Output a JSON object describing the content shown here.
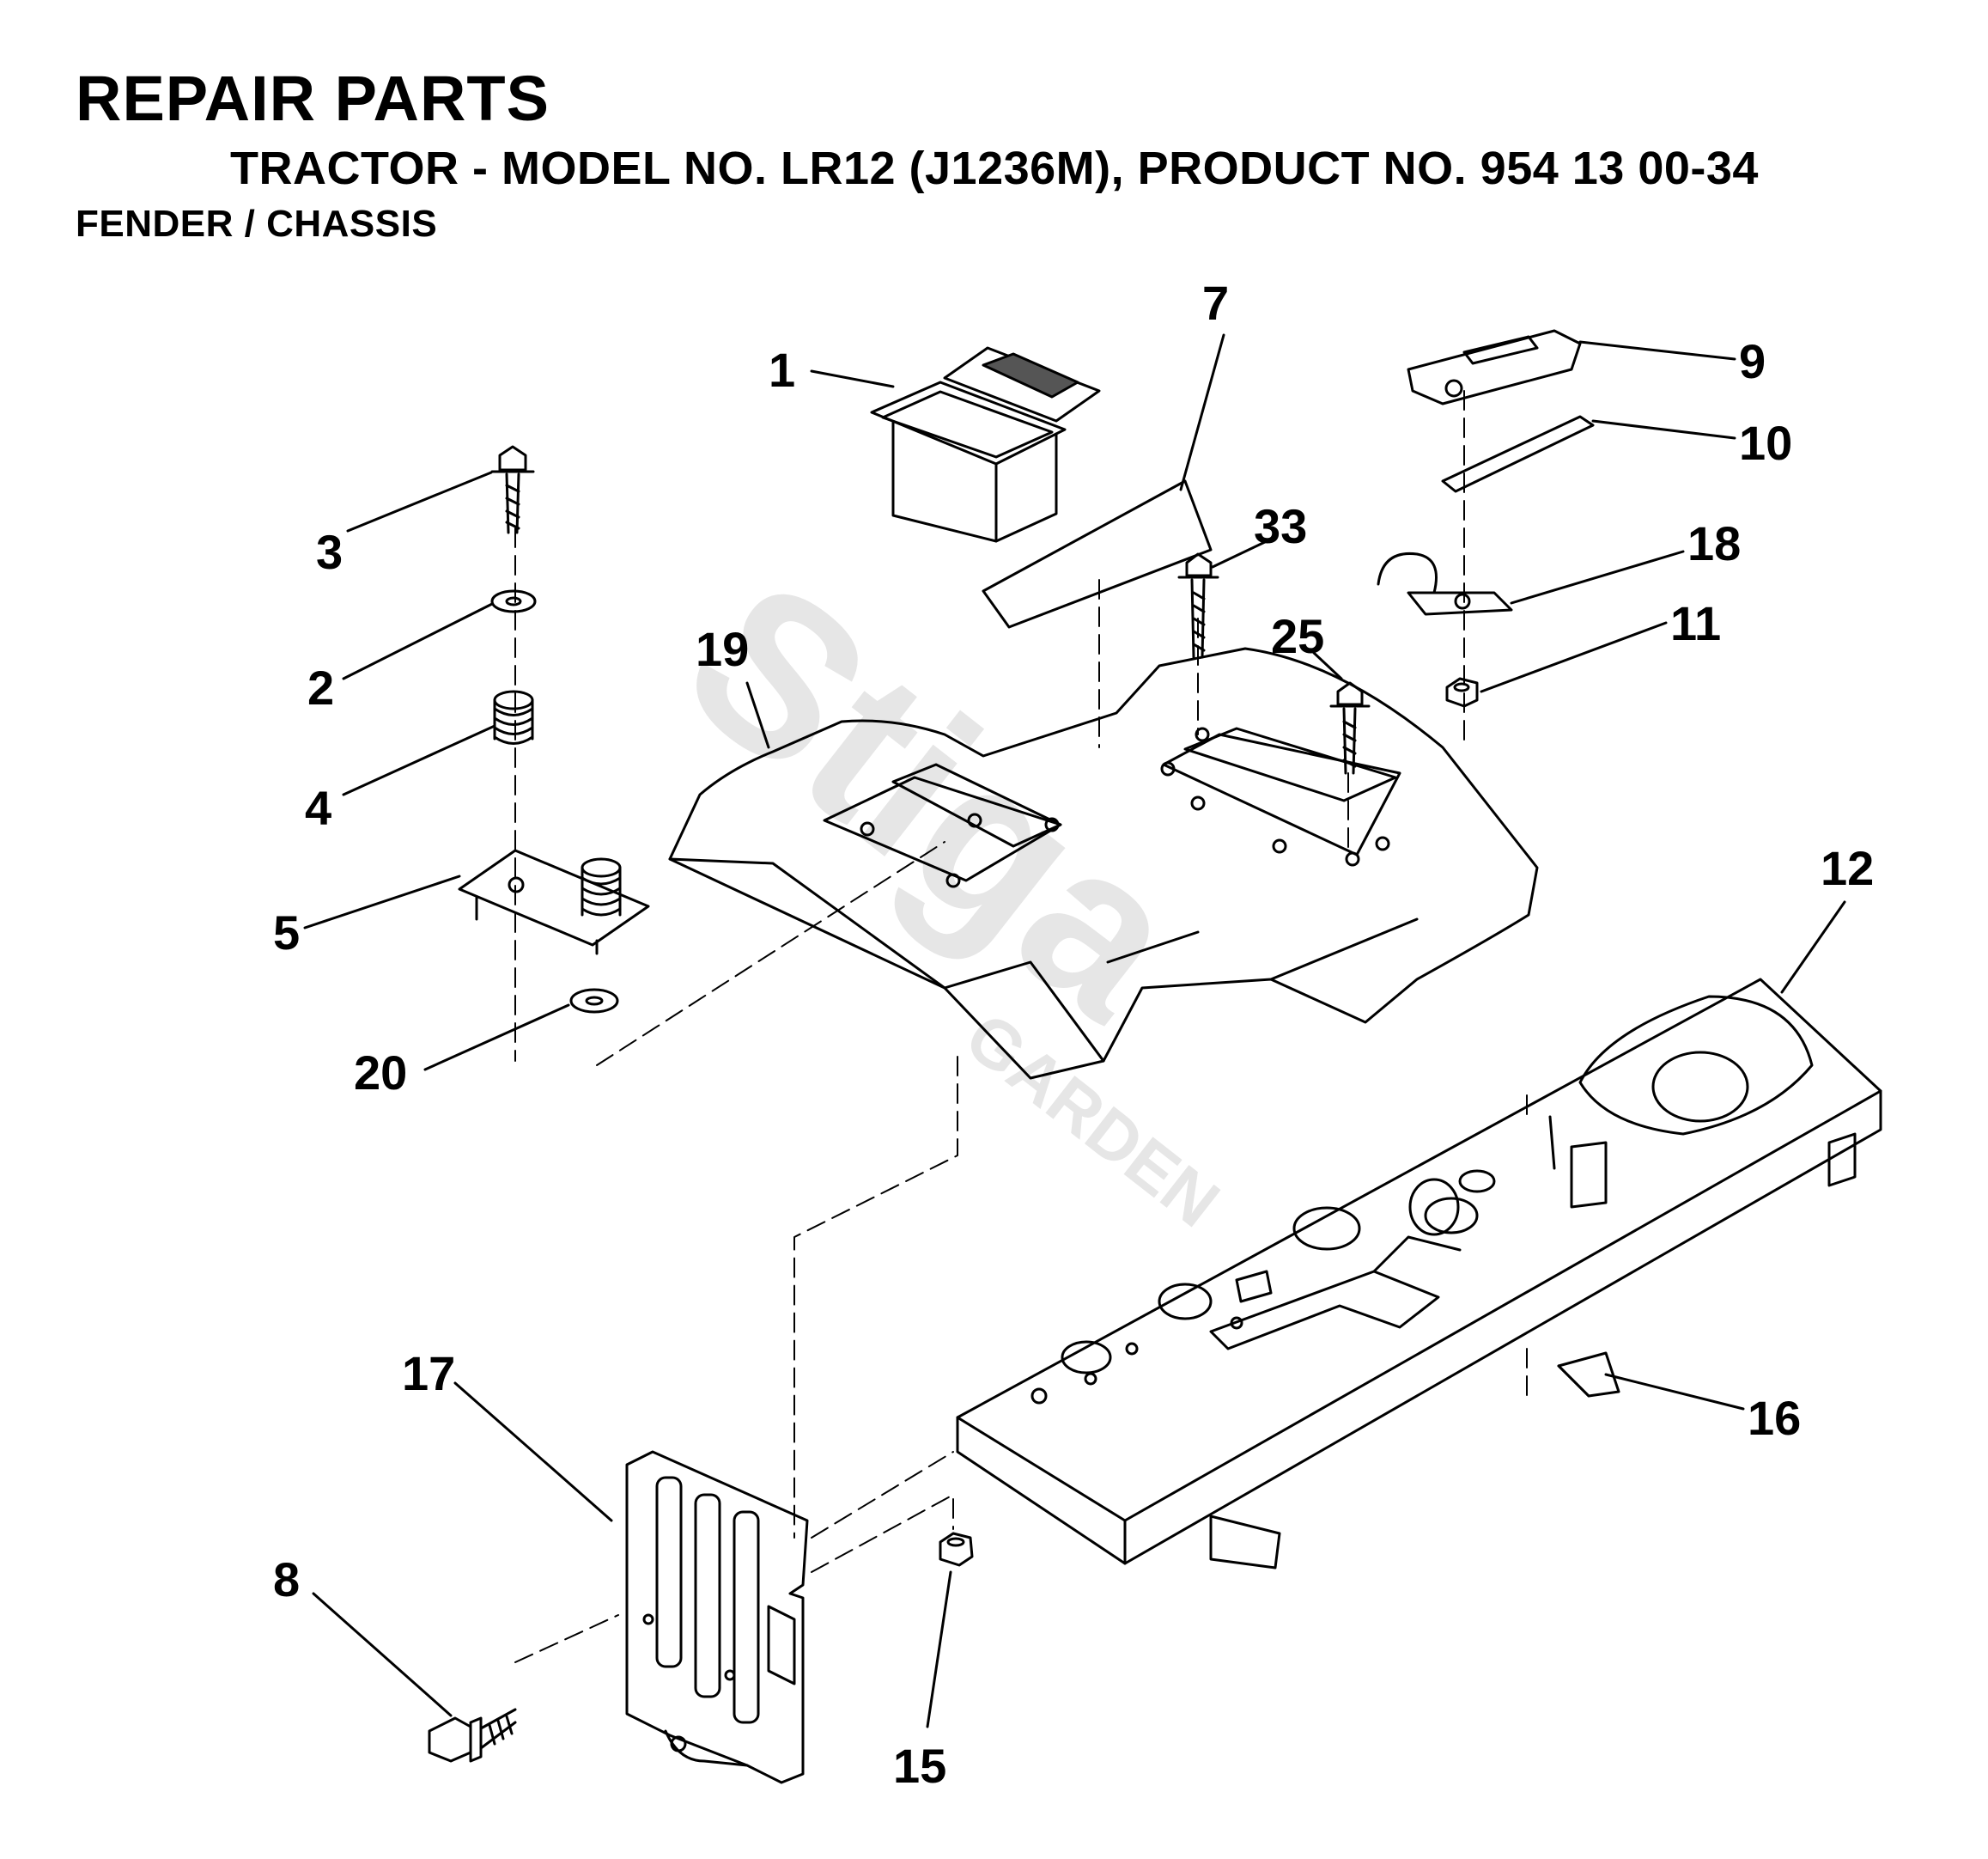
{
  "header": {
    "title": "REPAIR PARTS",
    "subtitle": "TRACTOR - MODEL NO. LR12 (J1236M), PRODUCT NO. 954 13 00-34",
    "section": "FENDER / CHASSIS"
  },
  "watermark": {
    "brand": "Stiga",
    "sub": "GARDEN"
  },
  "callouts": {
    "c1": "1",
    "c7": "7",
    "c9": "9",
    "c10": "10",
    "c33": "33",
    "c18": "18",
    "c3": "3",
    "c11": "11",
    "c25": "25",
    "c2": "2",
    "c19": "19",
    "c4": "4",
    "c5": "5",
    "c12": "12",
    "c20": "20",
    "c17": "17",
    "c16": "16",
    "c8": "8",
    "c15": "15"
  },
  "colors": {
    "ink": "#000000",
    "watermark": "#e6e6e6",
    "background": "#ffffff"
  }
}
